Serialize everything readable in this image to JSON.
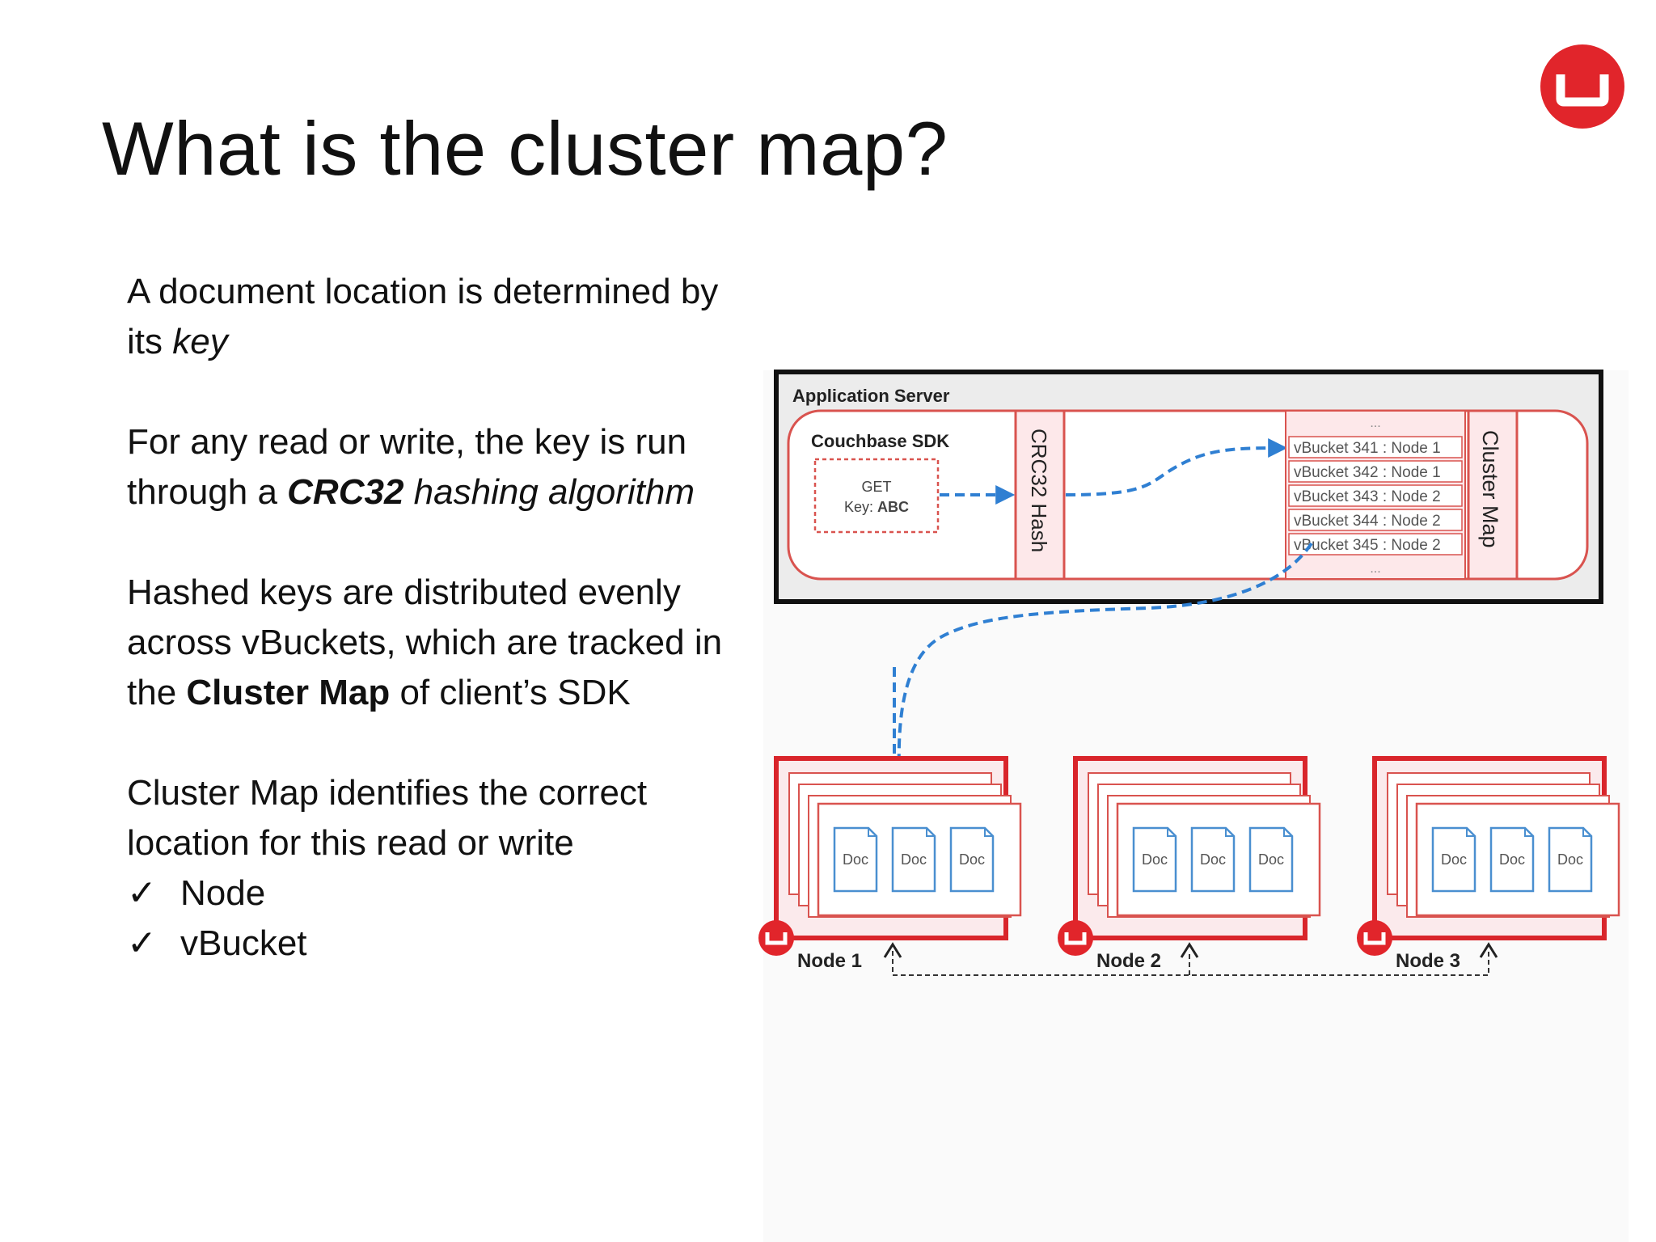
{
  "slide": {
    "title": "What is the cluster map?",
    "paragraph1": {
      "text": "A document location is determined by its ",
      "emphasis": "key"
    },
    "paragraph2": {
      "text": "For any read or write, the key is run through a ",
      "bold_italic": "CRC32",
      "italic": " hashing algorithm"
    },
    "paragraph3": {
      "text1": "Hashed keys are distributed evenly across vBuckets, which are tracked in the ",
      "bold": "Cluster Map",
      "text2": " of client’s SDK"
    },
    "paragraph4": {
      "text": "Cluster Map identifies the correct location for this read or write"
    },
    "checklist": [
      {
        "mark": "✓",
        "label": "Node"
      },
      {
        "mark": "✓",
        "label": "vBucket"
      }
    ]
  },
  "diagram": {
    "app_server_label": "Application Server",
    "sdk_label": "Couchbase SDK",
    "request": {
      "method": "GET",
      "key_prefix": "Key: ",
      "key": "ABC"
    },
    "hash_label": "CRC32 Hash",
    "cluster_map_label": "Cluster Map",
    "ellipsis": "...",
    "vbucket_rows": [
      "vBucket 341 : Node 1",
      "vBucket 342 : Node 1",
      "vBucket 343 : Node 2",
      "vBucket 344 : Node 2",
      "vBucket 345 : Node 2"
    ],
    "nodes": [
      {
        "label": "Node 1",
        "docs": [
          "Doc",
          "Doc",
          "Doc"
        ]
      },
      {
        "label": "Node 2",
        "docs": [
          "Doc",
          "Doc",
          "Doc"
        ]
      },
      {
        "label": "Node 3",
        "docs": [
          "Doc",
          "Doc",
          "Doc"
        ]
      }
    ]
  },
  "colors": {
    "brand_red": "#e1252b",
    "frame_pink": "#d9534f",
    "flow_blue": "#2f7fd2",
    "doc_blue": "#4a8fd0"
  },
  "icons": [
    "couchbase-logo",
    "check-icon",
    "dashed-arrow",
    "node-logo",
    "up-arrow"
  ]
}
